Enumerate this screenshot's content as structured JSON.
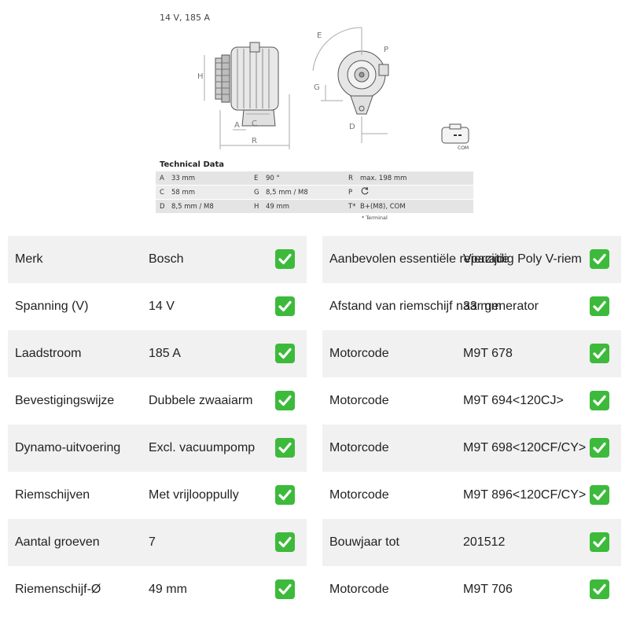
{
  "figure": {
    "title": "14 V, 185 A",
    "dim_letters": {
      "H": "H",
      "C": "C",
      "A": "A",
      "R": "R",
      "E": "E",
      "P": "P",
      "G": "G",
      "D": "D"
    },
    "connector_label": "COM",
    "technical_title": "Technical Data",
    "technical_rows": [
      {
        "k1": "A",
        "v1": "33 mm",
        "k2": "E",
        "v2": "90 °",
        "k3": "R",
        "v3": "max. 198 mm"
      },
      {
        "k1": "C",
        "v1": "58 mm",
        "k2": "G",
        "v2": "8,5 mm / M8",
        "k3": "P",
        "v3": ""
      },
      {
        "k1": "D",
        "v1": "8,5 mm / M8",
        "k2": "H",
        "v2": "49 mm",
        "k3": "T*",
        "v3": "B+(M8), COM"
      }
    ],
    "terminal_note": "* Terminal"
  },
  "specs_left": [
    {
      "label": "Merk",
      "value": "Bosch"
    },
    {
      "label": "Spanning (V)",
      "value": "14 V"
    },
    {
      "label": "Laadstroom",
      "value": "185 A"
    },
    {
      "label": "Bevestigingswijze",
      "value": "Dubbele zwaaiarm"
    },
    {
      "label": "Dynamo-uitvoering",
      "value": "Excl. vacuumpomp"
    },
    {
      "label": "Riemschijven",
      "value": "Met vrijlooppully"
    },
    {
      "label": "Aantal groeven",
      "value": "7"
    },
    {
      "label": "Riemenschijf-Ø",
      "value": "49 mm"
    }
  ],
  "specs_right": [
    {
      "label": "Aanbevolen essentiële reparatie",
      "value": "Vierzijdig Poly V-riem"
    },
    {
      "label": "Afstand van riemschijf naar generator",
      "value": "33 mm"
    },
    {
      "label": "Motorcode",
      "value": "M9T 678"
    },
    {
      "label": "Motorcode",
      "value": "M9T 694<120CJ>"
    },
    {
      "label": "Motorcode",
      "value": "M9T 698<120CF/CY>"
    },
    {
      "label": "Motorcode",
      "value": "M9T 896<120CF/CY>"
    },
    {
      "label": "Bouwjaar tot",
      "value": "201512"
    },
    {
      "label": "Motorcode",
      "value": "M9T 706"
    }
  ],
  "colors": {
    "check_green": "#3dba3b",
    "row_shade": "#f1f1f1"
  }
}
